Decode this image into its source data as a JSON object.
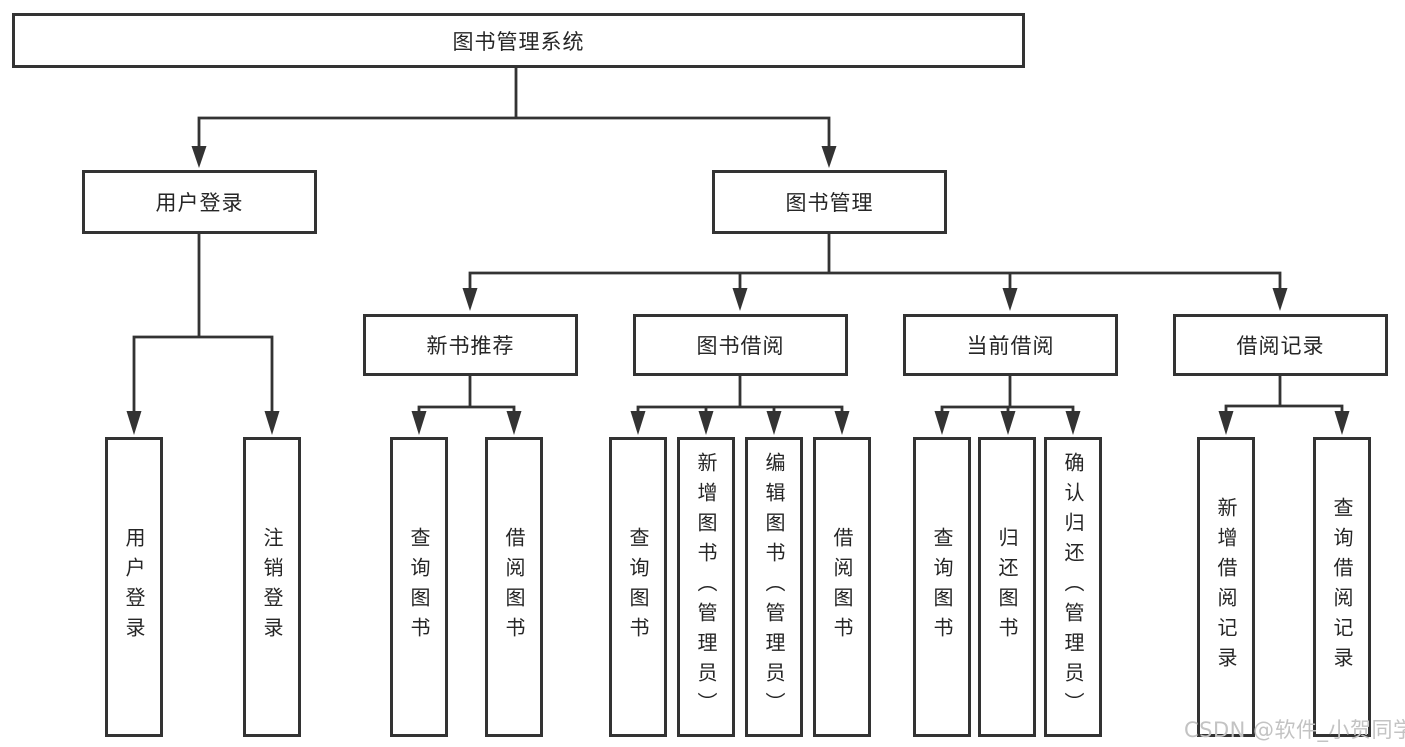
{
  "diagram": {
    "title": "图书管理系统",
    "type": "hierarchy-tree",
    "tree": {
      "label": "图书管理系统",
      "children": [
        {
          "label": "用户登录",
          "children": [
            {
              "label": "用户登录"
            },
            {
              "label": "注销登录"
            }
          ]
        },
        {
          "label": "图书管理",
          "children": [
            {
              "label": "新书推荐",
              "children": [
                {
                  "label": "查询图书"
                },
                {
                  "label": "借阅图书"
                }
              ]
            },
            {
              "label": "图书借阅",
              "children": [
                {
                  "label": "查询图书"
                },
                {
                  "label": "新增图书（管理员）"
                },
                {
                  "label": "编辑图书（管理员）"
                },
                {
                  "label": "借阅图书"
                }
              ]
            },
            {
              "label": "当前借阅",
              "children": [
                {
                  "label": "查询图书"
                },
                {
                  "label": "归还图书"
                },
                {
                  "label": "确认归还（管理员）"
                }
              ]
            },
            {
              "label": "借阅记录",
              "children": [
                {
                  "label": "新增借阅记录"
                },
                {
                  "label": "查询借阅记录"
                }
              ]
            }
          ]
        }
      ]
    },
    "colors": {
      "line": "#333333",
      "box_border": "#333333",
      "text": "#262626",
      "background": "#ffffff",
      "watermark": "#c3c3c3"
    }
  },
  "watermark": {
    "text": "CSDN @软件_小贺同学"
  }
}
